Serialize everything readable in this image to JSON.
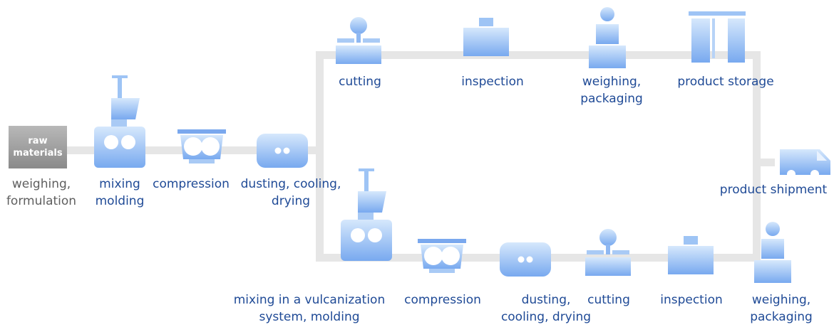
{
  "raw_materials": [
    "raw",
    "materials"
  ],
  "labels": {
    "weighing_formulation": [
      "weighing,",
      "formulation"
    ],
    "mixing_molding": [
      "mixing",
      "molding"
    ],
    "compression_1": "compression",
    "dusting_cooling_drying_1": [
      "dusting, cooling,",
      "drying"
    ],
    "cutting_top": "cutting",
    "inspection_top": "inspection",
    "weighing_packaging_top": [
      "weighing,",
      "packaging"
    ],
    "product_storage": "product storage",
    "product_shipment": "product shipment",
    "mixing_vulcanization": [
      "mixing in a vulcanization",
      "system, molding"
    ],
    "compression_2": "compression",
    "dusting_cooling_drying_2": [
      "dusting,",
      "cooling, drying"
    ],
    "cutting_bottom": "cutting",
    "inspection_bottom": "inspection",
    "weighing_packaging_bottom": [
      "weighing,",
      "packaging"
    ]
  },
  "colors": {
    "machine_light": "#cfe3fb",
    "machine_dark": "#79aaf0",
    "line": "#e6e6e6",
    "text": "#1f4a96",
    "gray_text": "#5f5f5f"
  }
}
